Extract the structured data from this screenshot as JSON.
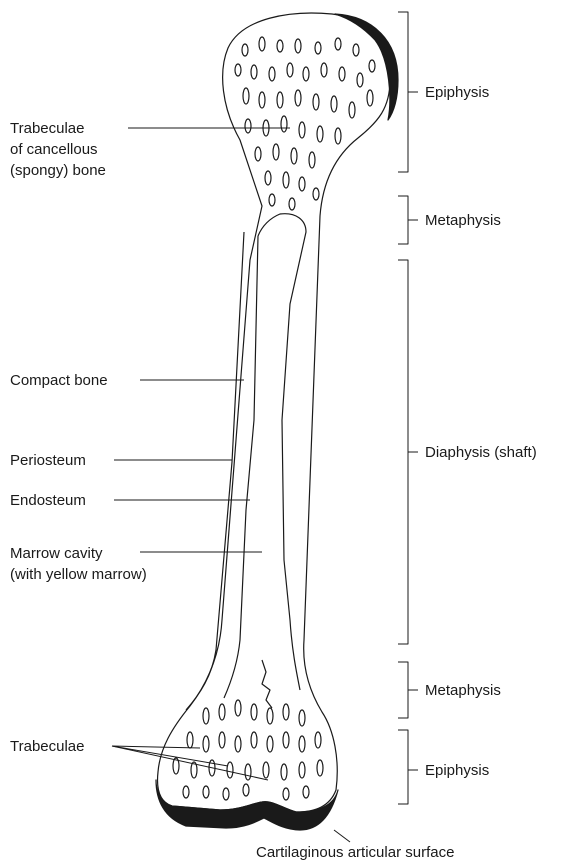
{
  "colors": {
    "ink": "#1a1a1a",
    "background": "#ffffff"
  },
  "labels_left": {
    "trabeculae_cancellous": [
      "Trabeculae",
      "of cancellous",
      "(spongy) bone"
    ],
    "compact_bone": "Compact bone",
    "periosteum": "Periosteum",
    "endosteum": "Endosteum",
    "marrow_cavity": [
      "Marrow cavity",
      "(with yellow marrow)"
    ],
    "trabeculae": "Trabeculae"
  },
  "labels_right": {
    "epiphysis_top": "Epiphysis",
    "metaphysis_top": "Metaphysis",
    "diaphysis": "Diaphysis (shaft)",
    "metaphysis_bottom": "Metaphysis",
    "epiphysis_bottom": "Epiphysis"
  },
  "labels_bottom": {
    "cartilage": "Cartilaginous articular surface"
  }
}
